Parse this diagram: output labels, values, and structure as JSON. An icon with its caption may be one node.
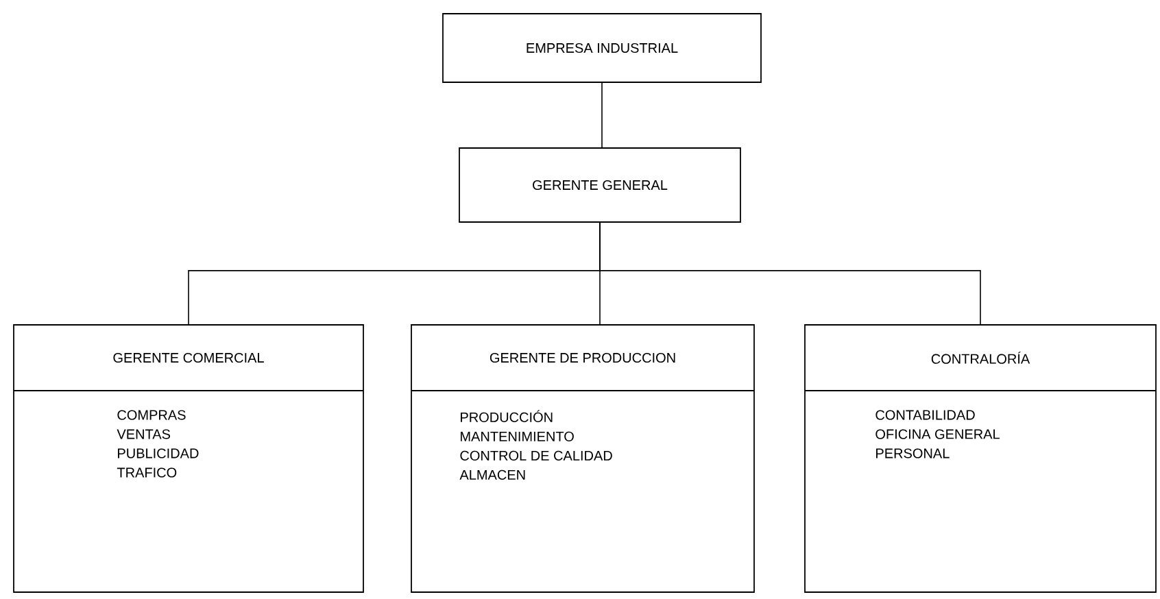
{
  "diagram": {
    "nodes": [
      {
        "text": [
          "EMPRESA INDUSTRIAL"
        ]
      },
      {
        "text": [
          "GERENTE GENERAL"
        ]
      },
      {
        "text": [
          "GERENTE COMERCIAL",
          "COMPRAS",
          "VENTAS",
          "PUBLICIDAD",
          "TRAFICO"
        ]
      },
      {
        "text": [
          "GERENTE DE PRODUCCION",
          "PRODUCCIÓN",
          "MANTENIMIENTO",
          "CONTROL DE CALIDAD",
          "ALMACEN"
        ]
      },
      {
        "text": [
          "CONTRALORÍA",
          "CONTABILIDAD",
          "OFICINA GENERAL",
          "PERSONAL"
        ]
      }
    ],
    "edges": [
      {
        "from": 0,
        "to": 1,
        "arrow": "none"
      },
      {
        "from": 1,
        "to": 2,
        "arrow": "none"
      },
      {
        "from": 1,
        "to": 3,
        "arrow": "none"
      },
      {
        "from": 1,
        "to": 4,
        "arrow": "none"
      }
    ]
  }
}
